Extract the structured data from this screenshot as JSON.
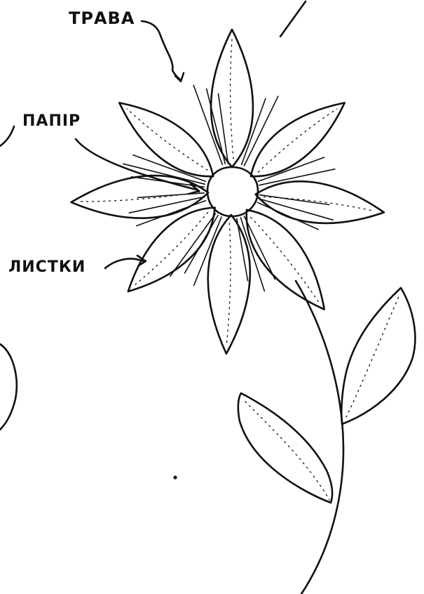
{
  "labels": {
    "grass": "ТРАВА",
    "paper": "ПАПІР",
    "leaves": "ЛИСТКИ"
  },
  "colors": {
    "ink": "#111111",
    "background": "#ffffff"
  }
}
